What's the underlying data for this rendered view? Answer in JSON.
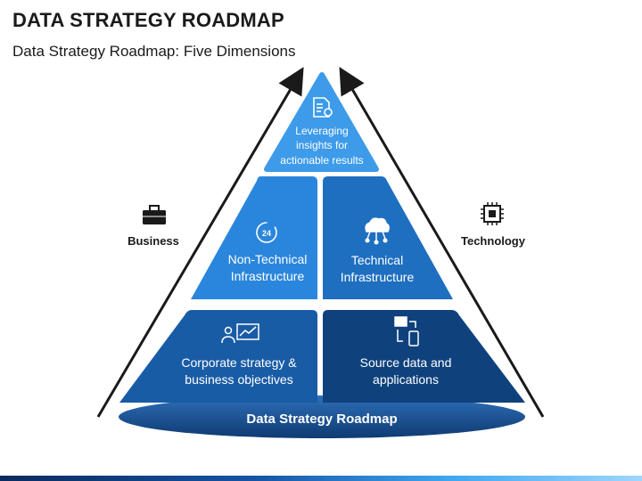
{
  "header": {
    "title": "DATA STRATEGY ROADMAP",
    "subtitle": "Data Strategy Roadmap: Five Dimensions"
  },
  "pyramid": {
    "top": {
      "lines": [
        "Leveraging",
        "insights for",
        "actionable results"
      ],
      "icon": "certificate-document-icon",
      "color": "#3d9be9"
    },
    "middle_left": {
      "lines": [
        "Non-Technical",
        "Infrastructure"
      ],
      "icon": "24-hour-icon",
      "color": "#2a86dc"
    },
    "middle_right": {
      "lines": [
        "Technical",
        "Infrastructure"
      ],
      "icon": "cloud-network-icon",
      "color": "#1f6fc0"
    },
    "bottom_left": {
      "lines": [
        "Corporate strategy &",
        "business objectives"
      ],
      "icon": "presentation-growth-icon",
      "color": "#195ca6"
    },
    "bottom_right": {
      "lines": [
        "Source data and",
        "applications"
      ],
      "icon": "device-sync-icon",
      "color": "#0f427d"
    },
    "base": {
      "label": "Data Strategy Roadmap",
      "color": "#1a4f95"
    }
  },
  "sides": {
    "left": {
      "label": "Business",
      "icon": "briefcase-icon"
    },
    "right": {
      "label": "Technology",
      "icon": "chip-icon"
    }
  }
}
